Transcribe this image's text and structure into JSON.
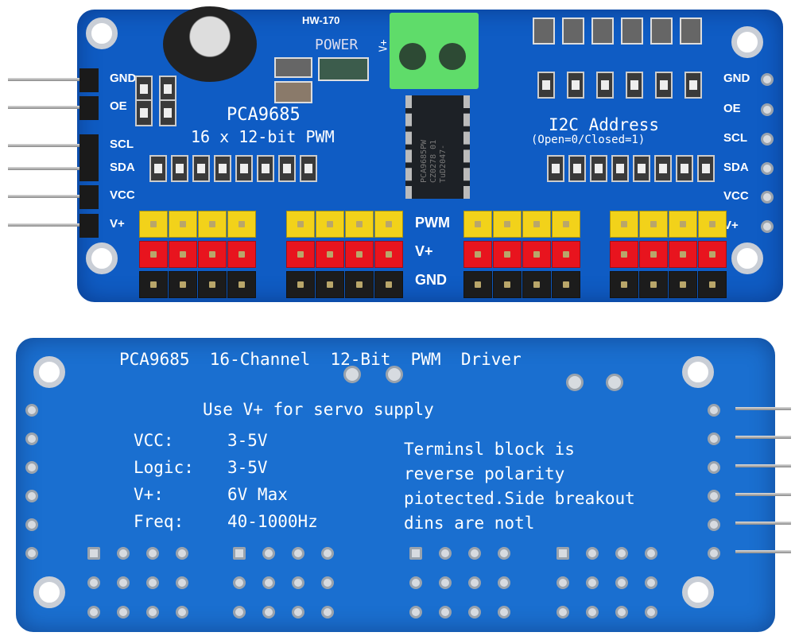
{
  "top_board": {
    "model": "HW-170",
    "power_label": "POWER",
    "terminal_label": "V+",
    "chip_name": "PCA9685",
    "chip_subtitle": "16 x 12-bit PWM",
    "chip_marking": [
      "PCA9685PW",
      "CZ0278 01",
      "TuD2047-"
    ],
    "i2c_title": "I2C Address",
    "i2c_subtitle": "(Open=0/Closed=1)",
    "left_pins": [
      "GND",
      "OE",
      "SCL",
      "SDA",
      "VCC",
      "V+"
    ],
    "right_pins": [
      "GND",
      "OE",
      "SCL",
      "SDA",
      "VCC",
      "V+"
    ],
    "row_labels": [
      "PWM",
      "V+",
      "GND"
    ],
    "header_colors": [
      "#f2d21a",
      "#e8141e",
      "#1c1c1c"
    ]
  },
  "bottom_board": {
    "title": "PCA9685  16-Channel  12-Bit  PWM  Driver",
    "servo_note": "Use V+ for servo supply",
    "specs": [
      {
        "label": "VCC:",
        "value": "3-5V"
      },
      {
        "label": "Logic:",
        "value": "3-5V"
      },
      {
        "label": "V+:",
        "value": "6V Max"
      },
      {
        "label": "Freq:",
        "value": "40-1000Hz"
      }
    ],
    "note_lines": [
      "Terminsl block is",
      "reverse polarity",
      "piotected.Side breakout",
      "dins are notl"
    ]
  }
}
